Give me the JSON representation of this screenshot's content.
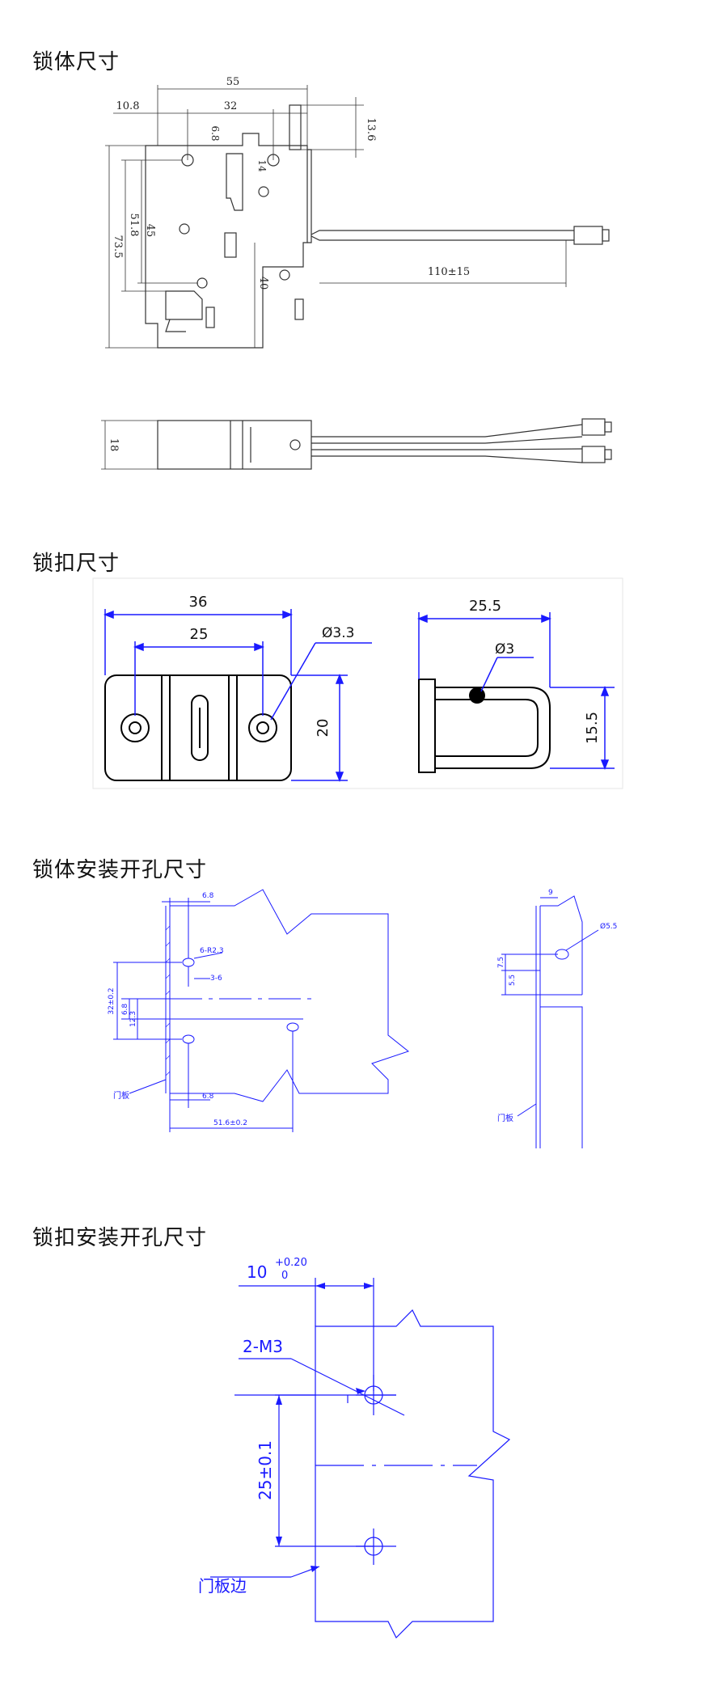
{
  "sections": [
    {
      "title": "锁体尺寸"
    },
    {
      "title": "锁扣尺寸"
    },
    {
      "title": "锁体安装开孔尺寸"
    },
    {
      "title": "锁扣安装开孔尺寸"
    }
  ],
  "lock_body": {
    "dims": {
      "overall_width": "55",
      "offset": "10.8",
      "hole_spacing": "32",
      "height_right": "13.6",
      "small_a": "6.8",
      "small_b": "14",
      "height_a": "51.8",
      "height_b": "45",
      "overall_height": "73.5",
      "lower": "40",
      "cable": "110±15",
      "thickness": "18"
    }
  },
  "strike": {
    "width": "36",
    "hole_spacing": "25",
    "hole_dia": "Ø3.3",
    "height": "20",
    "depth": "25.5",
    "pin_dia": "Ø3",
    "side_height": "15.5"
  },
  "lock_install": {
    "top_offset": "6.8",
    "hole_label": "6-R2.3",
    "hole_offset": "3-6",
    "vertical": "32±0.2",
    "v_a": "6.8",
    "v_b": "12.3",
    "bottom_offset": "6.8",
    "span": "51.6±0.2",
    "door_label": "门板",
    "side_width": "9",
    "side_hole": "Ø5.5",
    "side_a": "7.5",
    "side_b": "5.5",
    "side_door_label": "门板"
  },
  "strike_install": {
    "edge_dim": "10",
    "tol_plus": "+0.20",
    "tol_zero": "0",
    "screw": "2-M3",
    "spacing": "25±0.1",
    "door_edge": "门板边"
  }
}
